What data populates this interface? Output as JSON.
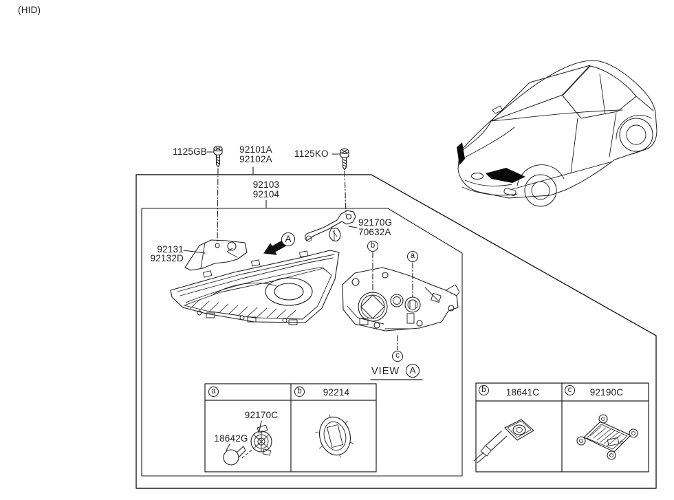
{
  "header": {
    "variant": "(HID)"
  },
  "colors": {
    "line": "#1d1d1d",
    "highlight": "#000000",
    "background": "#ffffff"
  },
  "labels": {
    "bolt_left": "1125GB",
    "lamp_line1": "92101A",
    "lamp_line2": "92102A",
    "bolt_right": "1125KO",
    "housing_line1": "92103",
    "housing_line2": "92104",
    "bracket_line1": "92170G",
    "bracket_line2": "70632A",
    "protector_line1": "92131",
    "protector_line2": "92132D",
    "socket": "92170C",
    "bulb_small": "18642G",
    "view": "VIEW"
  },
  "callouts": {
    "a": "a",
    "b": "b",
    "c": "c",
    "ref_a": "A"
  },
  "tables": {
    "left": {
      "col_a": {
        "callout": "a",
        "part_no": ""
      },
      "col_b": {
        "callout": "b",
        "part_no": "92214"
      }
    },
    "right": {
      "col_b": {
        "callout": "b",
        "part_no": "18641C"
      },
      "col_c": {
        "callout": "c",
        "part_no": "92190C"
      }
    }
  }
}
